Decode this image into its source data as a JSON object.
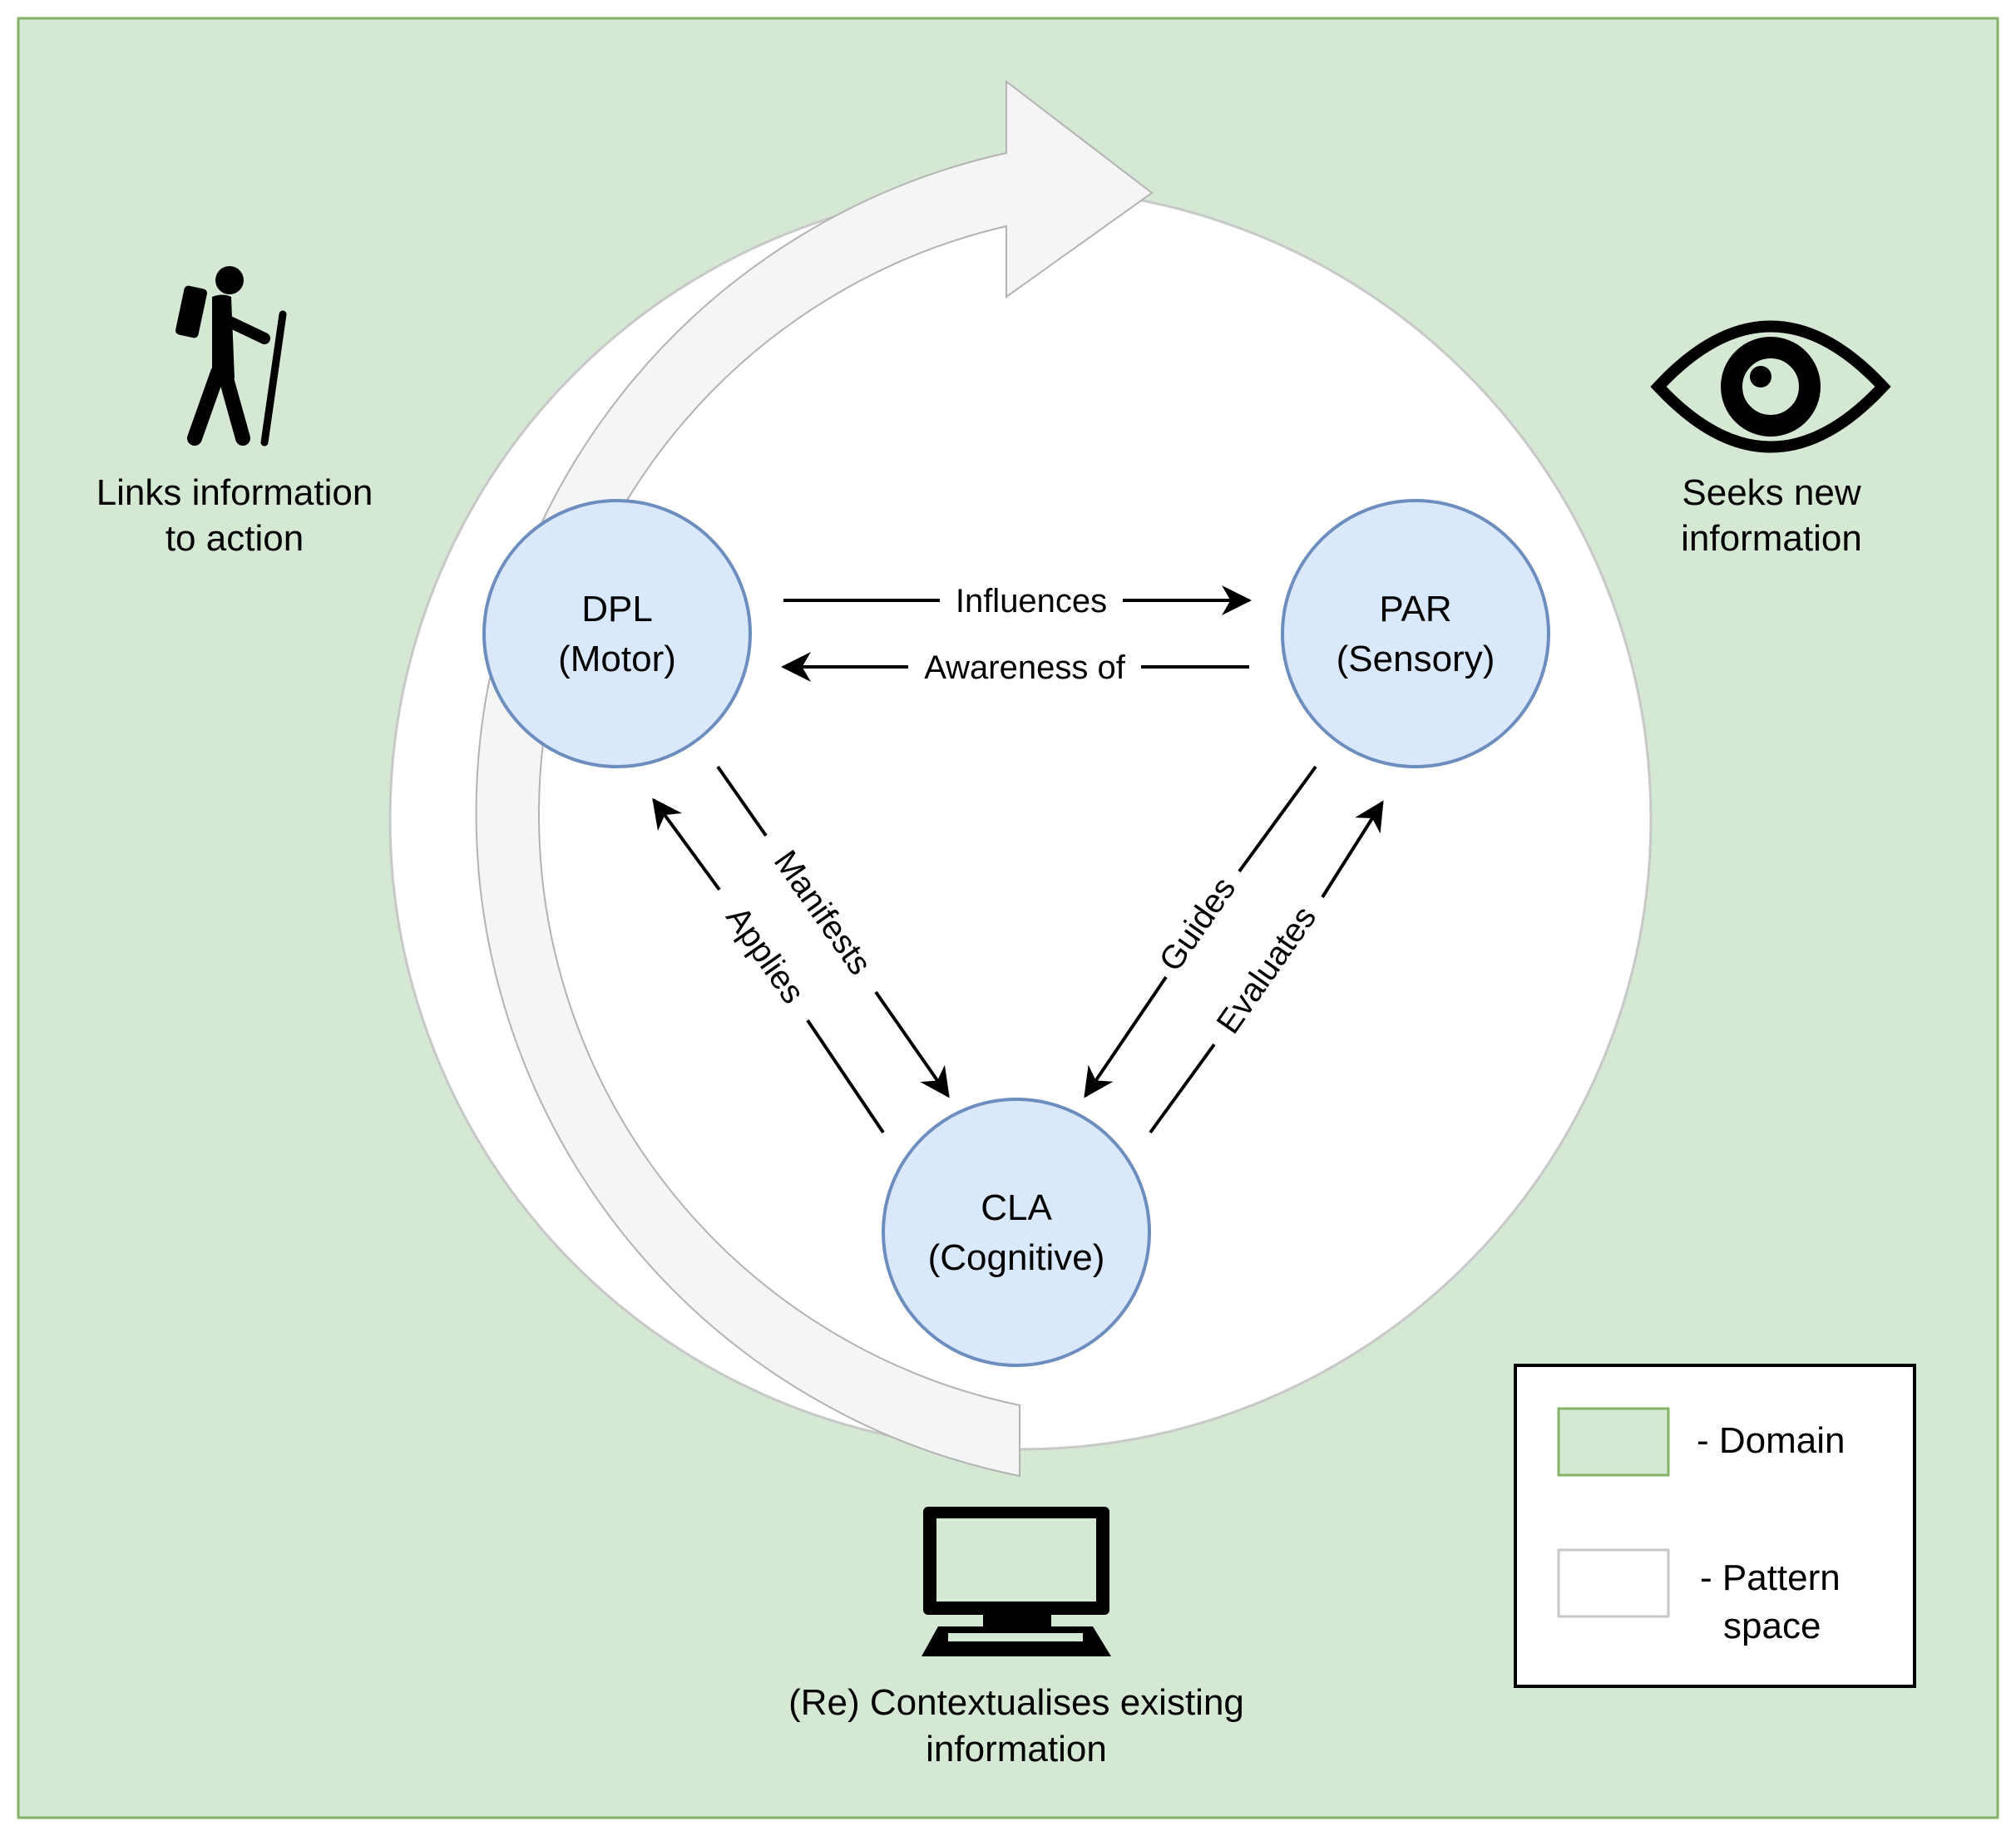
{
  "colors": {
    "domain_fill": "#d5e8d4",
    "domain_stroke": "#82b366",
    "pattern_fill": "#ffffff",
    "pattern_stroke": "#c8c8c8",
    "node_fill": "#dae8fc",
    "node_stroke": "#6c8ebf",
    "cycle_fill": "#f5f5f5",
    "cycle_stroke": "#b3b3b3",
    "ink": "#000000"
  },
  "nodes": {
    "dpl": {
      "line1": "DPL",
      "line2": "(Motor)"
    },
    "par": {
      "line1": "PAR",
      "line2": "(Sensory)"
    },
    "cla": {
      "line1": "CLA",
      "line2": "(Cognitive)"
    }
  },
  "edges": {
    "influences": "Influences",
    "awareness": "Awareness of",
    "manifests": "Manifests",
    "applies": "Applies",
    "guides": "Guides",
    "evaluates": "Evaluates"
  },
  "side_labels": {
    "action": {
      "line1": "Links information",
      "line2": "to action",
      "icon": "hiker-icon"
    },
    "seek": {
      "line1": "Seeks new",
      "line2": "information",
      "icon": "eye-icon"
    },
    "context": {
      "line1": "(Re) Contextualises existing",
      "line2": "information",
      "icon": "computer-monitor-icon"
    }
  },
  "legend": {
    "domain_label": "- Domain",
    "pattern_label_line1": "- Pattern",
    "pattern_label_line2": "space"
  }
}
